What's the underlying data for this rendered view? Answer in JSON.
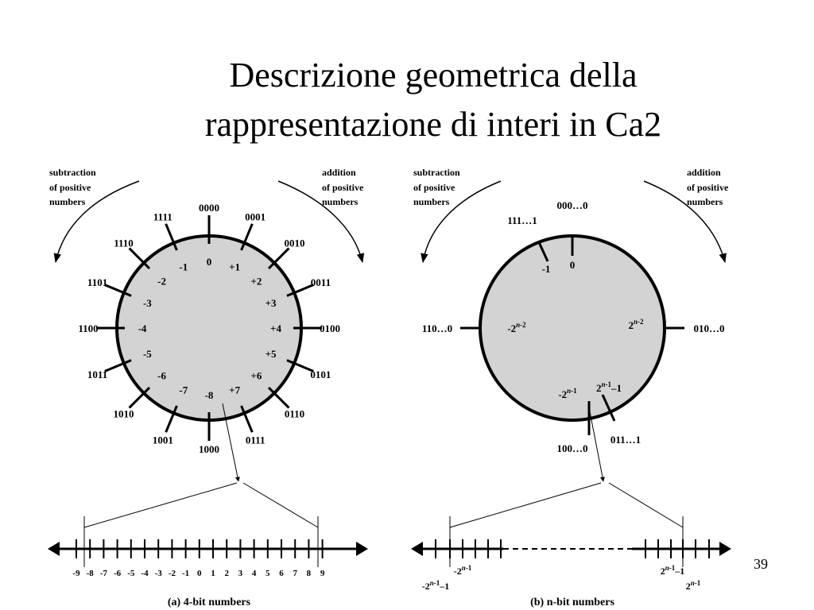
{
  "slide": {
    "title_line1": "Descrizione geometrica della",
    "title_line2": "rappresentazione di interi in Ca2",
    "page_number": "39"
  },
  "panel_a": {
    "caption": "(a) 4-bit numbers",
    "subtraction_label": [
      "subtraction",
      "of positive",
      "numbers"
    ],
    "addition_label": [
      "addition",
      "of positive",
      "numbers"
    ],
    "circle_points": [
      {
        "code": "0000",
        "value": "0"
      },
      {
        "code": "0001",
        "value": "+1"
      },
      {
        "code": "0010",
        "value": "+2"
      },
      {
        "code": "0011",
        "value": "+3"
      },
      {
        "code": "0100",
        "value": "+4"
      },
      {
        "code": "0101",
        "value": "+5"
      },
      {
        "code": "0110",
        "value": "+6"
      },
      {
        "code": "0111",
        "value": "+7"
      },
      {
        "code": "1000",
        "value": "-8"
      },
      {
        "code": "1001",
        "value": "-7"
      },
      {
        "code": "1010",
        "value": "-6"
      },
      {
        "code": "1011",
        "value": "-5"
      },
      {
        "code": "1100",
        "value": "-4"
      },
      {
        "code": "1101",
        "value": "-3"
      },
      {
        "code": "1110",
        "value": "-2"
      },
      {
        "code": "1111",
        "value": "-1"
      }
    ],
    "number_line": [
      "-9",
      "-8",
      "-7",
      "-6",
      "-5",
      "-4",
      "-3",
      "-2",
      "-1",
      "0",
      "1",
      "2",
      "3",
      "4",
      "5",
      "6",
      "7",
      "8",
      "9"
    ]
  },
  "panel_b": {
    "caption": "(b) n-bit numbers",
    "subtraction_label": [
      "subtraction",
      "of positive",
      "numbers"
    ],
    "addition_label": [
      "addition",
      "of positive",
      "numbers"
    ],
    "circle_points": [
      {
        "code": "000…0",
        "value": "0"
      },
      {
        "code": "111…1",
        "value": "-1"
      },
      {
        "code": "010…0",
        "value": "2^(n-2)"
      },
      {
        "code": "110…0",
        "value": "-2^(n-2)"
      },
      {
        "code": "011…1",
        "value": "2^(n-1)–1"
      },
      {
        "code": "100…0",
        "value": "-2^(n-1)"
      }
    ],
    "number_line_labels": {
      "left_upper": "-2^(n-1)",
      "left_lower": "-2^(n-1)–1",
      "right_upper": "2^(n-1)–1",
      "right_lower": "2^(n-1)"
    }
  }
}
